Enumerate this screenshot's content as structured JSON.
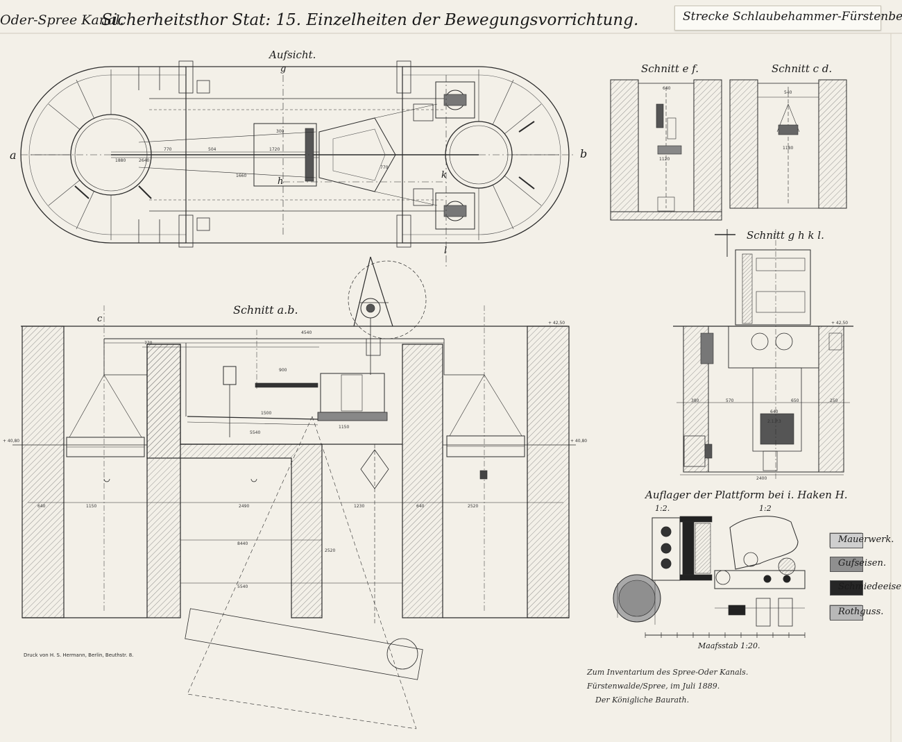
{
  "header": {
    "left": "Oder-Spree Kanal.",
    "main": "Sicherheitsthor Stat: 15. Einzelheiten der Bewegungsvorrichtung.",
    "right": "Strecke Schlaubehammer-Fürstenberg."
  },
  "views": {
    "plan": "Aufsicht.",
    "section_ab": "Schnitt a.b.",
    "section_ef": "Schnitt e f.",
    "section_cd": "Schnitt c d.",
    "section_ghkl": "Schnitt g h k l.",
    "support": "Auflager der Plattform bei i. Haken H."
  },
  "section_marks": [
    "a",
    "b",
    "g",
    "h",
    "k",
    "l",
    "c"
  ],
  "scales": {
    "detail_left": "1:2.",
    "detail_right": "1:2",
    "bar": "Maafsstab 1:20."
  },
  "legend": [
    {
      "label": "Mauerwerk.",
      "color": "#cfcfcf"
    },
    {
      "label": "Gufseisen.",
      "color": "#8f8f8f"
    },
    {
      "label": "Schmiedeeisen.",
      "color": "#262626"
    },
    {
      "label": "Rothguss.",
      "color": "#b8b8b8"
    }
  ],
  "printer": "Druck von H. S. Hermann, Berlin, Beuthstr. 8.",
  "signature": [
    "Zum Inventarium des Spree-Oder Kanals.",
    "Fürstenwalde/Spree, im Juli 1889.",
    "Der Königliche Baurath."
  ],
  "dimensions": {
    "plan": [
      "300",
      "770",
      "1720",
      "504",
      "1660",
      "770",
      "1880",
      "2640"
    ],
    "section_ab": [
      "4540",
      "770",
      "900",
      "1500",
      "5540",
      "1150",
      "2490",
      "1230",
      "640",
      "8440",
      "5540",
      "1150",
      "640",
      "2520",
      "2520"
    ],
    "levels": [
      "+ 42,50",
      "+ 40,80",
      "+ 40,80",
      "+ 42,50"
    ],
    "section_ghkl": [
      "380",
      "570",
      "650",
      "250",
      "2400",
      "640",
      "2.1.P.3"
    ],
    "section_ef": [
      "640",
      "1120"
    ],
    "section_cd": [
      "540",
      "1180"
    ]
  }
}
